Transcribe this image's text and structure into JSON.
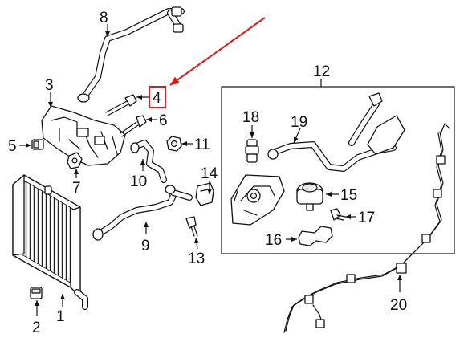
{
  "callouts": {
    "c1": "1",
    "c2": "2",
    "c3": "3",
    "c4": "4",
    "c5": "5",
    "c6": "6",
    "c7": "7",
    "c8": "8",
    "c9": "9",
    "c10": "10",
    "c11": "11",
    "c12": "12",
    "c13": "13",
    "c14": "14",
    "c15": "15",
    "c16": "16",
    "c17": "17",
    "c18": "18",
    "c19": "19",
    "c20": "20"
  },
  "highlight": {
    "callout": "4",
    "color": "#e01a1a"
  }
}
